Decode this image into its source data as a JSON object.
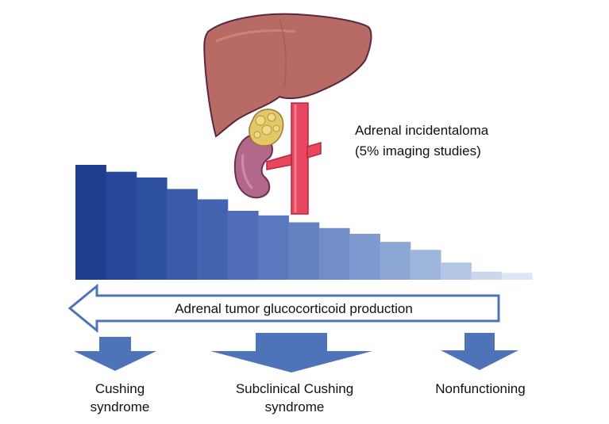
{
  "incidentaloma": {
    "line1": "Adrenal incidentaloma",
    "line2": "(5% imaging studies)"
  },
  "production_arrow": {
    "label": "Adrenal tumor glucocorticoid production",
    "direction": "left"
  },
  "outcomes": [
    {
      "lines": [
        "Cushing",
        "syndrome"
      ]
    },
    {
      "lines": [
        "Subclinical Cushing",
        "syndrome"
      ]
    },
    {
      "lines": [
        "Nonfunctioning"
      ]
    }
  ],
  "gradient_bars": {
    "relative_levels": [
      1.0,
      0.94,
      0.89,
      0.79,
      0.7,
      0.6,
      0.56,
      0.5,
      0.45,
      0.4,
      0.33,
      0.26,
      0.15,
      0.07,
      0.06
    ],
    "colors": [
      "#1e3f8f",
      "#27489a",
      "#2f51a2",
      "#3a5ba9",
      "#4464b0",
      "#4f6eb7",
      "#5a78bd",
      "#6583c3",
      "#728ec9",
      "#7f9ace",
      "#8da7d4",
      "#9fb6dc",
      "#b4c6e5",
      "#cad7ee",
      "#dde6f4"
    ]
  },
  "colors": {
    "liver": "#b86a64",
    "liver_outline": "#5a2940",
    "kidney": "#b3688a",
    "adrenal": "#e3c86a",
    "artery": "#e8455f",
    "arrow_blue": "#4f73b8"
  },
  "anatomy_labels": [
    "liver",
    "adrenal-tumor",
    "kidney",
    "artery"
  ]
}
